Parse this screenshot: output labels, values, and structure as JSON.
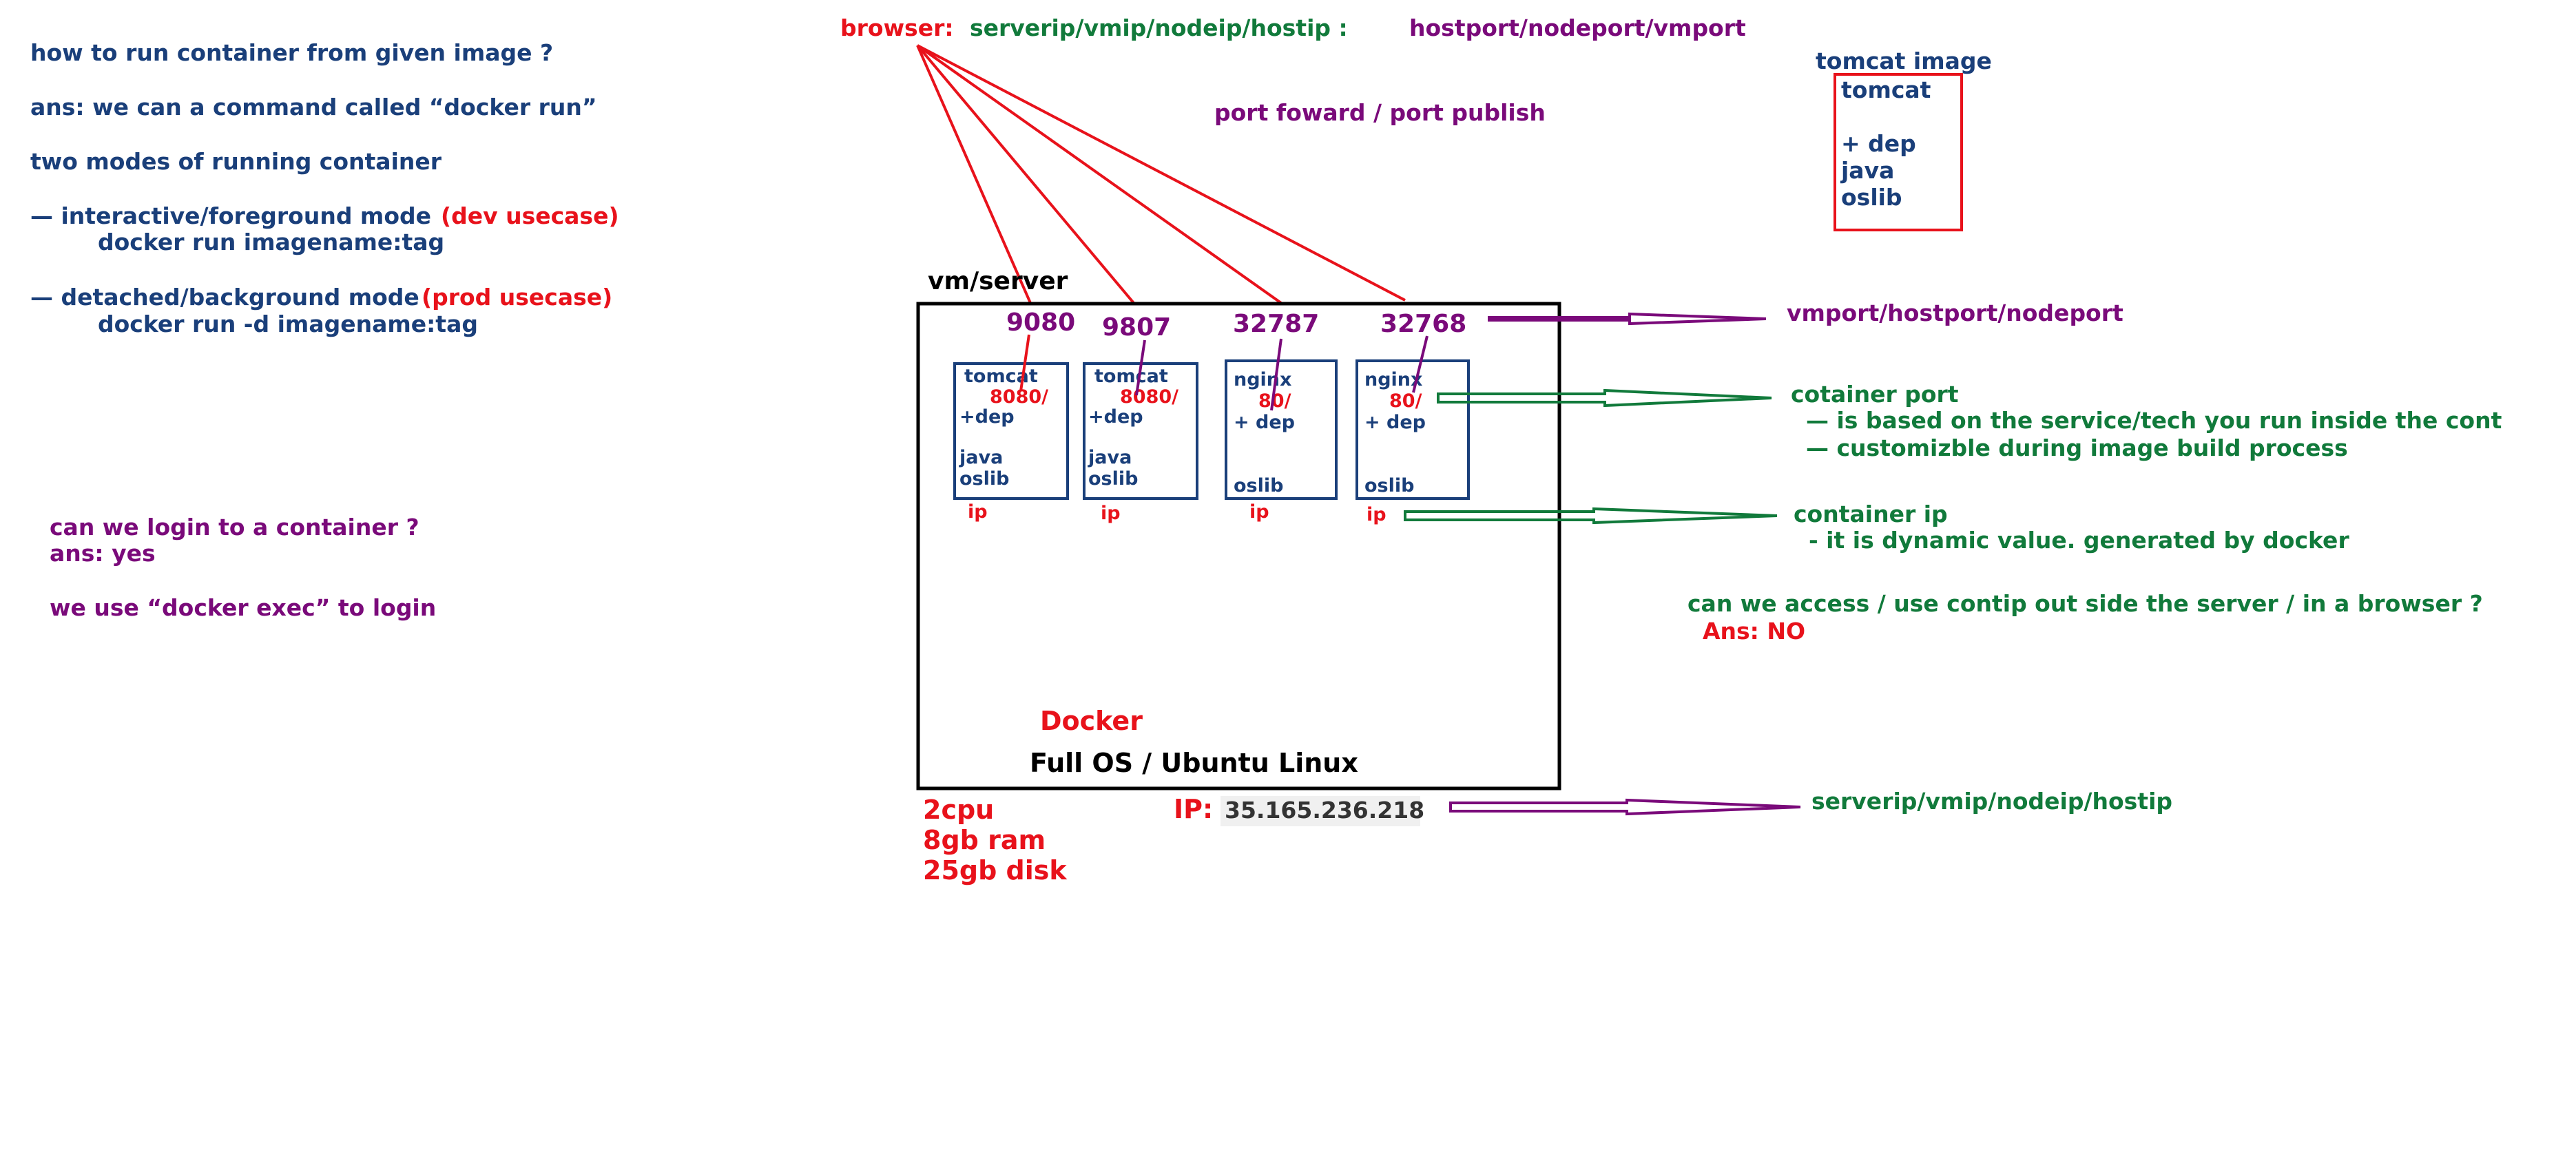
{
  "colors": {
    "blue": "#1a3f7a",
    "red": "#e8121b",
    "green": "#117a3b",
    "purple": "#7a0a7a",
    "black": "#000000",
    "ip_highlight": "#f0f0f0"
  },
  "notes_left": {
    "q_run": "how to run container from given image ?",
    "ans_run": "ans: we can a command called “docker run”",
    "two_modes": "two modes of running container",
    "mode1_text": "— interactive/foreground mode",
    "mode1_tag": "(dev usecase)",
    "mode1_cmd": "docker run imagename:tag",
    "mode2_text": "— detached/background mode",
    "mode2_tag": "(prod usecase)",
    "mode2_cmd": "docker run -d imagename:tag",
    "q_login": "can we login to a container ?",
    "ans_login": "ans: yes",
    "exec_note": "we use “docker exec” to login"
  },
  "browser_line": {
    "label": "browser:",
    "address": "serverip/vmip/nodeip/hostip :",
    "ports": "hostport/nodeport/vmport"
  },
  "port_forward": "port foward / port publish",
  "tomcat_image": {
    "title": "tomcat image",
    "items": [
      "tomcat",
      "+ dep",
      "java",
      "oslib"
    ]
  },
  "server": {
    "title": "vm/server",
    "docker_label": "Docker",
    "os_label": "Full OS / Ubuntu Linux",
    "host_ports": [
      "9080",
      "9807",
      "32787",
      "32768"
    ],
    "containers": [
      {
        "name": "tomcat",
        "port": "8080/",
        "dep": "+dep",
        "java": "java",
        "oslib": "oslib",
        "ip": "ip"
      },
      {
        "name": "tomcat",
        "port": "8080/",
        "dep": "+dep",
        "java": "java",
        "oslib": "oslib",
        "ip": "ip"
      },
      {
        "name": "nginx",
        "port": "80/",
        "dep": "+ dep",
        "java": "",
        "oslib": "oslib",
        "ip": "ip"
      },
      {
        "name": "nginx",
        "port": "80/",
        "dep": "+ dep",
        "java": "",
        "oslib": "oslib",
        "ip": "ip"
      }
    ],
    "specs": [
      "2cpu",
      "8gb ram",
      "25gb disk"
    ],
    "ip_label": "IP:",
    "ip_value": "35.165.236.218"
  },
  "callouts": {
    "vmport": "vmport/hostport/nodeport",
    "container_port_title": "cotainer port",
    "container_port_line1": "— is based on the service/tech you run inside the cont",
    "container_port_line2": "— customizble during image build process",
    "container_ip_title": "container ip",
    "container_ip_line1": "- it is dynamic value. generated by docker",
    "access_question": "can we access / use contip out side the server / in a browser ?",
    "access_answer": "Ans: NO",
    "serverip": "serverip/vmip/nodeip/hostip"
  }
}
